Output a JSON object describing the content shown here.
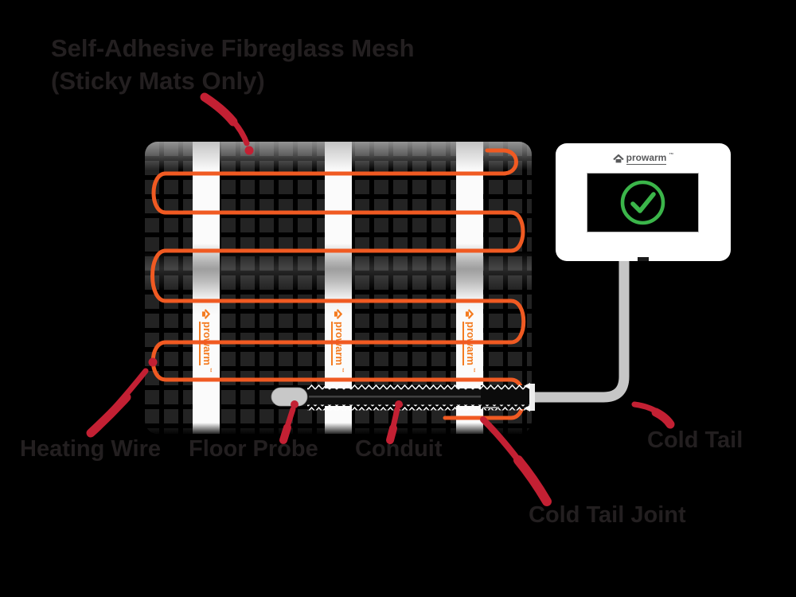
{
  "diagram": {
    "title": {
      "line1": "Self-Adhesive Fibreglass Mesh",
      "line2": "(Sticky Mats Only)"
    },
    "labels": {
      "heating_wire": "Heating Wire",
      "floor_probe": "Floor Probe",
      "conduit": "Conduit",
      "cold_tail": "Cold Tail",
      "cold_tail_joint": "Cold Tail Joint"
    },
    "brand": {
      "name": "prowarm",
      "trademark": "™"
    },
    "thermostat": {
      "brand": "prowarm",
      "trademark": "™",
      "status_icon": "check-circle"
    },
    "colors": {
      "background": "#000000",
      "label_text": "#231f20",
      "heating_wire_orange": "#f05a22",
      "brand_orange": "#f47b20",
      "arrow_red": "#c32033",
      "check_green": "#3bb54a",
      "mesh_square": "#232323",
      "tape_white": "#fbfbfb",
      "cable_gray": "#c6c6c6",
      "thermostat_body": "#ffffff",
      "thermostat_logo_gray": "#58595b"
    }
  }
}
